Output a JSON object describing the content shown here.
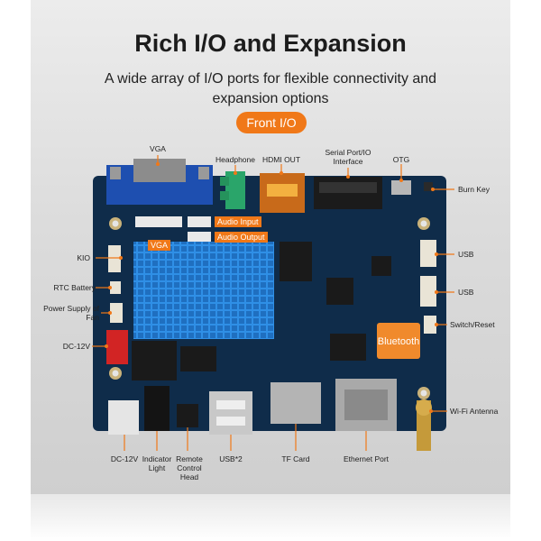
{
  "header": {
    "title": "Rich I/O and Expansion",
    "subtitle": "A wide array of I/O ports for flexible connectivity and expansion options",
    "section_badge": "Front I/O"
  },
  "board": {
    "chip_text": "Bluetooth"
  },
  "callouts": {
    "vga_top": "VGA",
    "headphone": "Headphone",
    "hdmi": "HDMI OUT",
    "serial": "Serial Port/IO Interface",
    "otg": "OTG",
    "burn_key": "Burn Key",
    "audio_input": "Audio Input",
    "audio_output": "Audio Output",
    "vga_header": "VGA",
    "kio": "KIO",
    "usb_1": "USB",
    "usb_2": "USB",
    "rtc": "RTC Battery",
    "fan_power": "Power Supply of Fan",
    "switch_reset": "Switch/Reset",
    "dc12_side": "DC-12V",
    "wifi": "Wi-Fi Antenna",
    "dc12_bottom": "DC-12V",
    "indicator": "Indicator Light",
    "remote": "Remote Control Head",
    "usb2": "USB*2",
    "tf_card": "TF Card",
    "ethernet": "Ethernet Port"
  },
  "colors": {
    "accent": "#f07818",
    "pcb": "#0f2c4a",
    "heatsink": "#2e8be0"
  }
}
